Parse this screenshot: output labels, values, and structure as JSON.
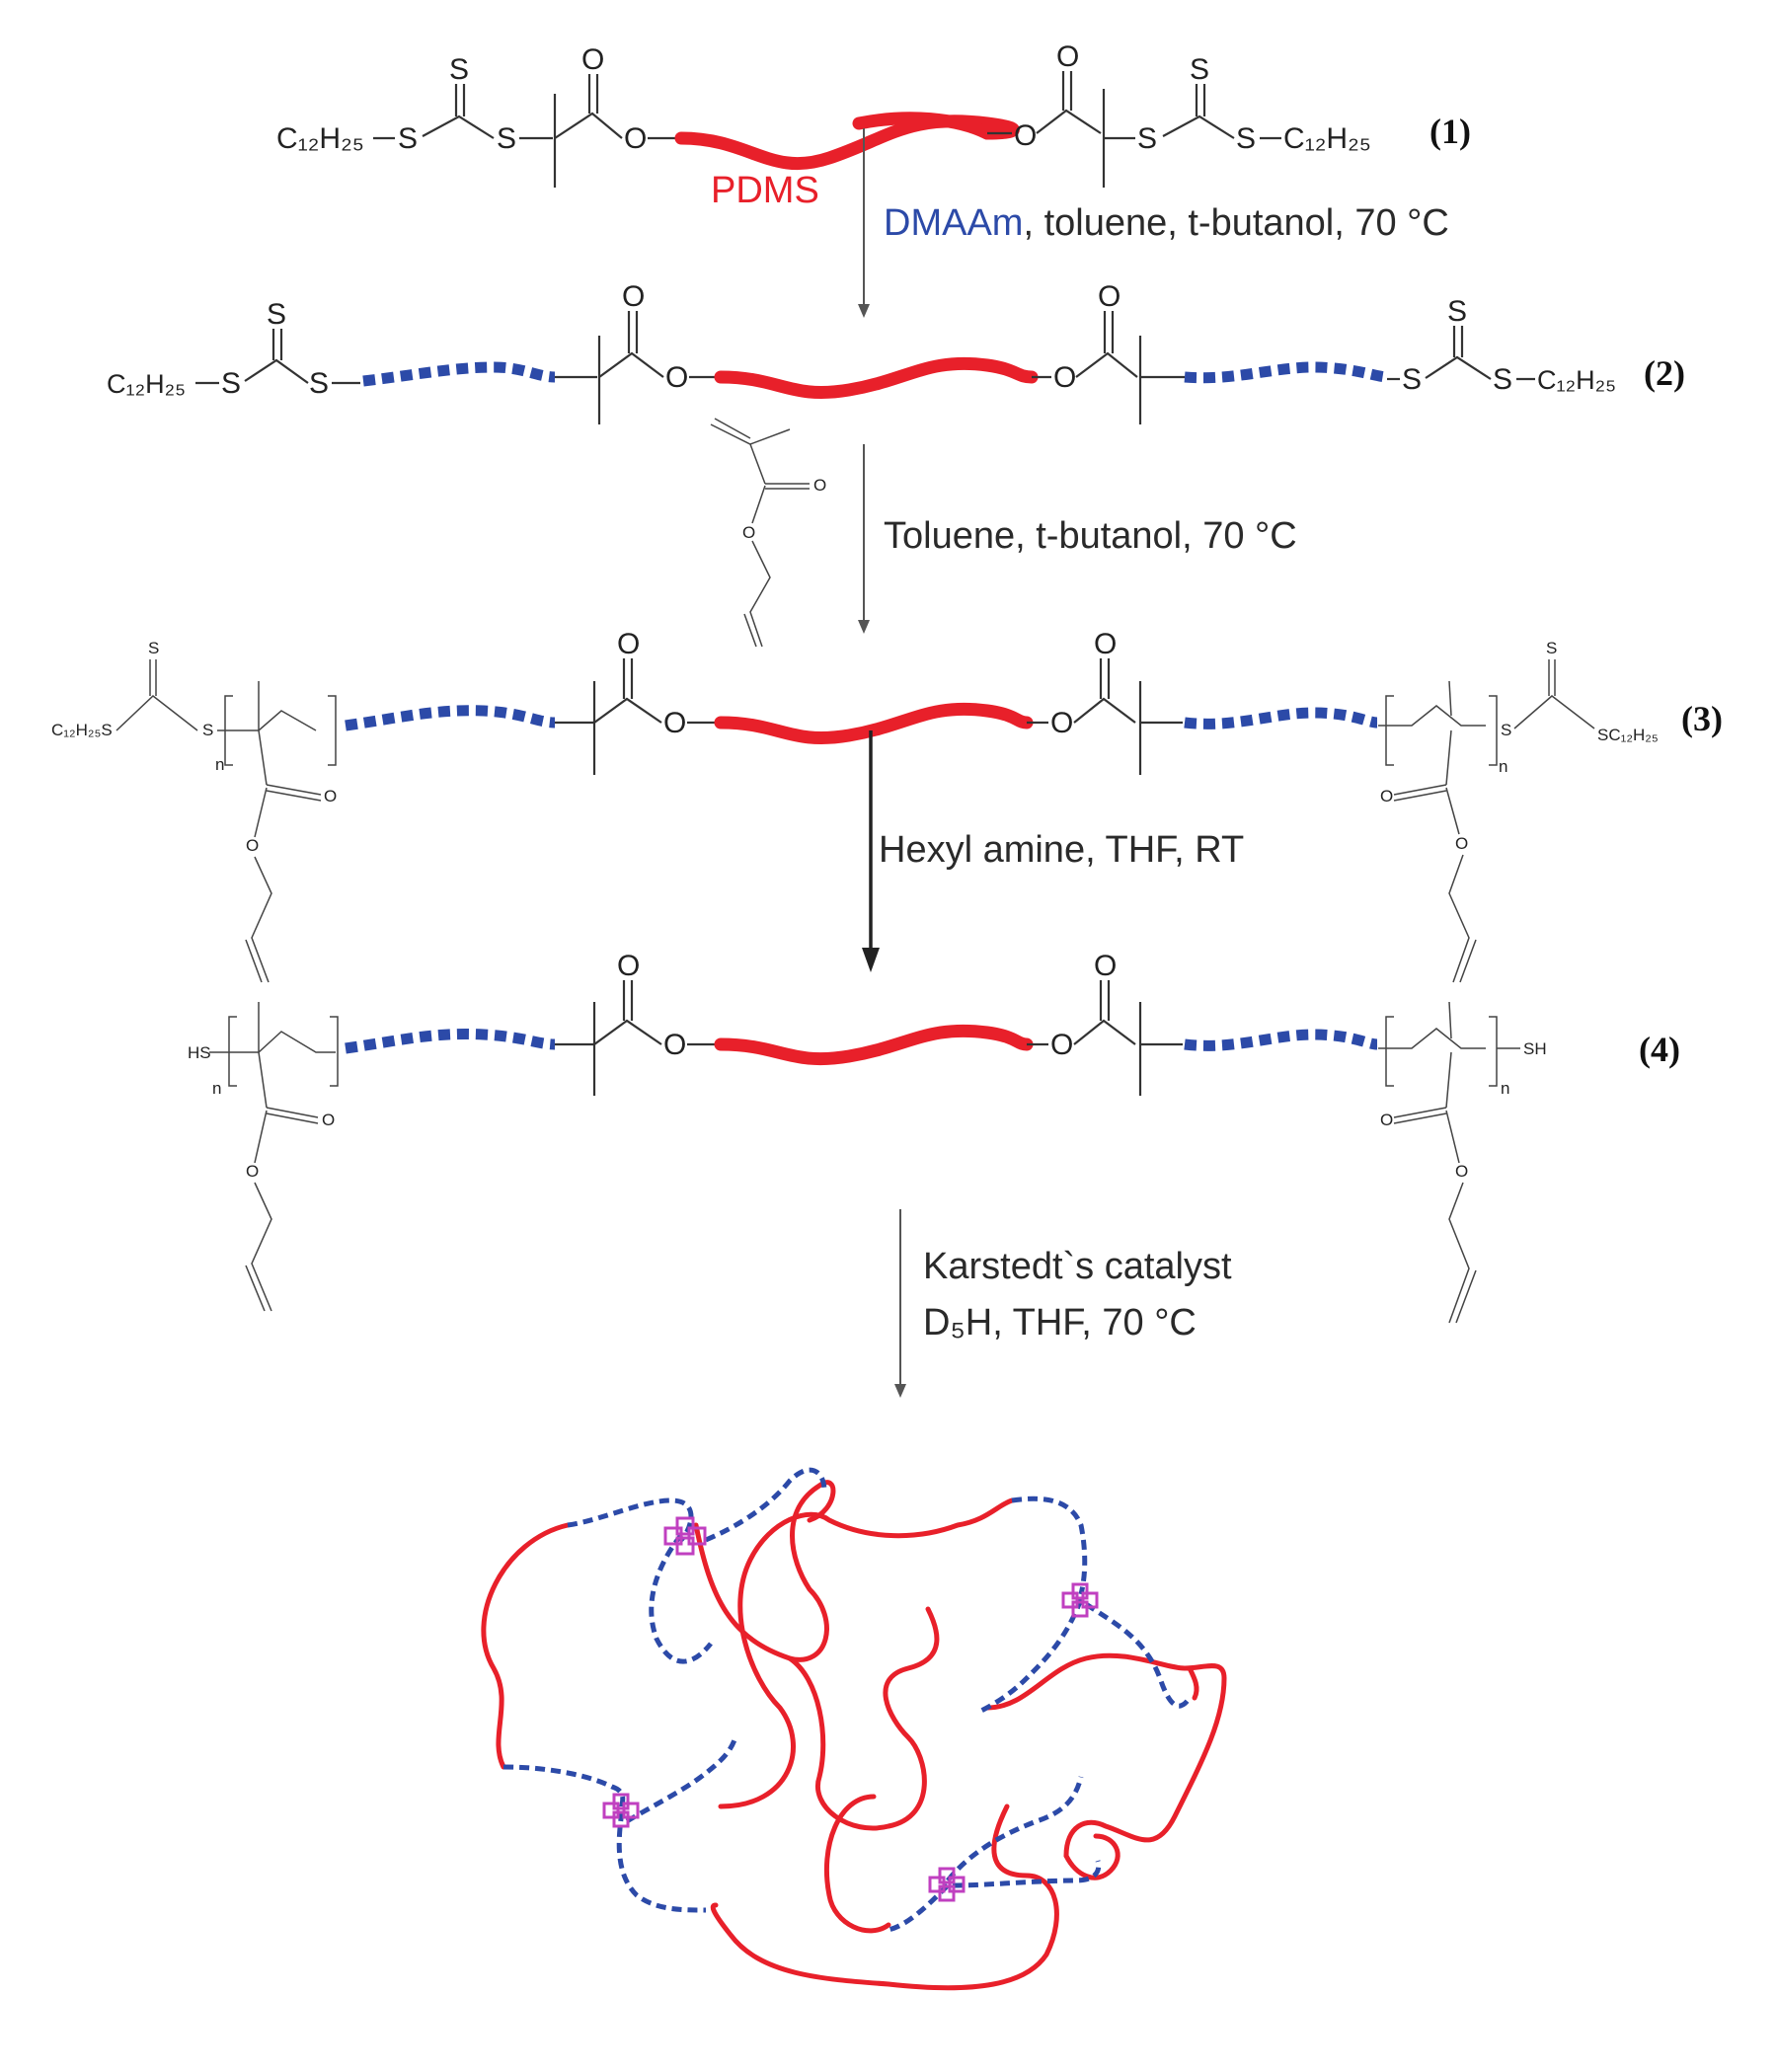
{
  "compound_labels": [
    "(1)",
    "(2)",
    "(3)",
    "(4)"
  ],
  "block_labels": {
    "pdms": "PDMS",
    "dmaam": "DMAAm"
  },
  "conditions": {
    "step1_rest": ", toluene, t-butanol, 70 °C",
    "step2": "Toluene, t-butanol, 70 °C",
    "step3": "Hexyl amine, THF, RT",
    "step4_line1": "Karstedt`s catalyst",
    "step4_line2": "D₅H, THF, 70 °C"
  },
  "atoms": {
    "sulfur": "S",
    "oxygen": "O",
    "c12h25": "C₁₂H₂₅",
    "n": "n",
    "thiol": "SH",
    "hs": "HS",
    "sc12h25": "SC₁₂H₂₅",
    "c12h25s": "C₁₂H₂₅S"
  },
  "colors": {
    "pdms": "#e8202a",
    "dmaam": "#2c4aa8",
    "crosslink": "#c040c0",
    "text": "#222222"
  }
}
